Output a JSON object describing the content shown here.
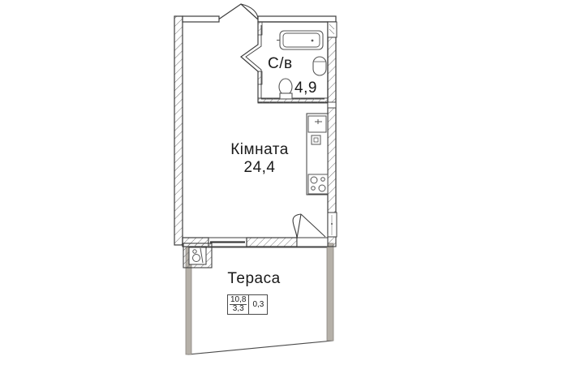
{
  "plan": {
    "type": "apartment-floor-plan",
    "units": "m2",
    "wall_color": "#3c3c3c",
    "hatch_color": "#6e6e6e",
    "terrace_wall_color": "#b5b0a8",
    "fixture_color": "#555555",
    "background": "#ffffff"
  },
  "rooms": [
    {
      "id": "bathroom",
      "name": "С/в",
      "area": "4,9",
      "fixtures": [
        "bathtub",
        "sink",
        "toilet"
      ]
    },
    {
      "id": "main-room",
      "name": "Кімната",
      "area": "24,4",
      "fixtures": [
        "kitchen-sink",
        "cooktop",
        "appliance"
      ]
    },
    {
      "id": "terrace",
      "name": "Тераса",
      "area_total": "10,8",
      "area_sub": "3,3",
      "area_coefficient": "0,3"
    }
  ],
  "labels": {
    "bathroom_name": "С/в",
    "bathroom_area": "4,9",
    "room_name": "Кімната",
    "room_area": "24,4",
    "terrace_name": "Тераса",
    "terrace_area_numerator": "10,8",
    "terrace_area_denominator": "3,3",
    "terrace_area_factor": "0,3"
  },
  "icons": {
    "bathtub": "bathtub-icon",
    "washbasin": "washbasin-icon",
    "toilet": "toilet-icon",
    "cooktop": "cooktop-icon",
    "kitchen-sink": "kitchen-sink-icon",
    "entry_door": "entry-door-icon",
    "terrace_door": "terrace-door-icon",
    "riser_shaft": "riser-shaft-icon",
    "window": "window-icon"
  }
}
